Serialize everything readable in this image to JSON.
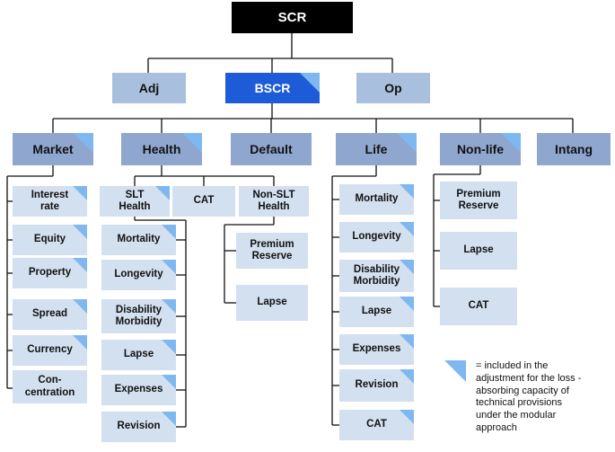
{
  "colors": {
    "line": "#111111",
    "top": "#000000",
    "level2": "#a8bfdd",
    "highlight": "#1e5bd8",
    "level3": "#8fa7cf",
    "leaf": "#d3e0ef",
    "triangle": "#7fb8f0"
  },
  "nodes": {
    "scr": "SCR",
    "adj": "Adj",
    "bscr": "BSCR",
    "op": "Op",
    "market": "Market",
    "health": "Health",
    "default": "Default",
    "life": "Life",
    "nonlife": "Non-life",
    "intang": "Intang",
    "m_interest": "Interest\nrate",
    "m_equity": "Equity",
    "m_property": "Property",
    "m_spread": "Spread",
    "m_currency": "Currency",
    "m_concentration": "Con-\ncentration",
    "h_slt": "SLT\nHealth",
    "h_cat": "CAT",
    "h_nonslt": "Non-SLT\nHealth",
    "hs_mortality": "Mortality",
    "hs_longevity": "Longevity",
    "hs_disability": "Disability\nMorbidity",
    "hs_lapse": "Lapse",
    "hs_expenses": "Expenses",
    "hs_revision": "Revision",
    "hn_premium": "Premium\nReserve",
    "hn_lapse": "Lapse",
    "l_mortality": "Mortality",
    "l_longevity": "Longevity",
    "l_disability": "Disability\nMorbidity",
    "l_lapse": "Lapse",
    "l_expenses": "Expenses",
    "l_revision": "Revision",
    "l_cat": "CAT",
    "n_premium": "Premium\nReserve",
    "n_lapse": "Lapse",
    "n_cat": "CAT"
  },
  "legend": {
    "text": "= included in the\nadjustment for the loss -\nabsorbing capacity of\ntechnical provisions\nunder the modular\napproach"
  }
}
